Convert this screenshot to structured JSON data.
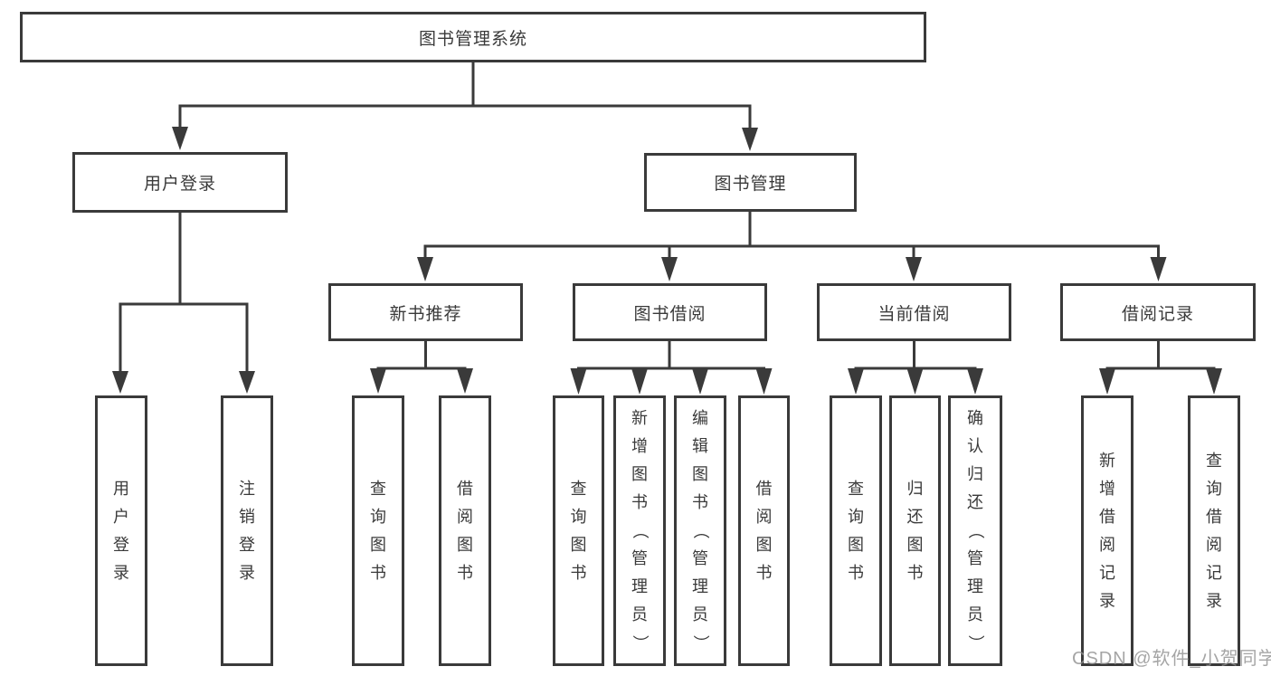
{
  "diagram": {
    "root": "图书管理系统",
    "branches": [
      {
        "label": "用户登录",
        "children": [
          "用户登录",
          "注销登录"
        ]
      },
      {
        "label": "图书管理",
        "sections": [
          {
            "label": "新书推荐",
            "children": [
              "查询图书",
              "借阅图书"
            ]
          },
          {
            "label": "图书借阅",
            "children": [
              "查询图书",
              "新增图书（管理员）",
              "编辑图书（管理员）",
              "借阅图书"
            ]
          },
          {
            "label": "当前借阅",
            "children": [
              "查询图书",
              "归还图书",
              "确认归还（管理员）"
            ]
          },
          {
            "label": "借阅记录",
            "children": [
              "新增借阅记录",
              "查询借阅记录"
            ]
          }
        ]
      }
    ],
    "watermark": "CSDN @软件_小贺同学",
    "colors": {
      "line": "#3a3a3a",
      "text": "#3a3a3a",
      "box_background": "#ffffff",
      "watermark": "#919191"
    }
  }
}
